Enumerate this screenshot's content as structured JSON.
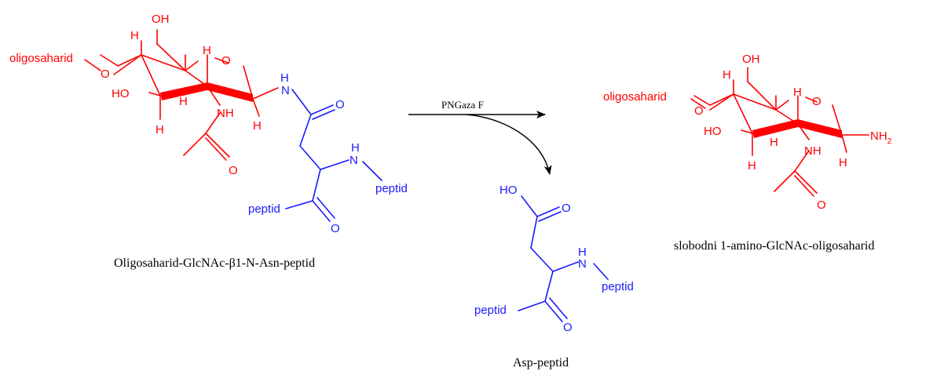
{
  "colors": {
    "sugar": "#ff0000",
    "peptide": "#1a1aff",
    "text": "#000000"
  },
  "reaction": {
    "enzyme": "PNGaza F"
  },
  "substrate": {
    "caption": "Oligosaharid-GlcNAc-β1-N-Asn-peptid",
    "oligo_label": "oligosaharid",
    "o": "O",
    "oh": "OH",
    "ho": "HO",
    "h": "H",
    "nh": "NH",
    "amide_n": "N",
    "amide_h": "H",
    "amide_o": "O",
    "side_n": "N",
    "side_h": "H",
    "peptide_right": "peptid",
    "peptide_left": "peptid",
    "carbonyl_o": "O",
    "acetyl_o": "O"
  },
  "product_asp": {
    "caption": "Asp-peptid",
    "ho": "HO",
    "o": "O",
    "n": "N",
    "h": "H",
    "peptide_right": "peptid",
    "peptide_left": "peptid",
    "carbonyl_o": "O"
  },
  "product_amine": {
    "caption": "slobodni 1-amino-GlcNAc-oligosaharid",
    "oligo_label": "oligosaharid",
    "o": "O",
    "oh": "OH",
    "ho": "HO",
    "h": "H",
    "nh": "NH",
    "nh2_n": "NH",
    "nh2_sub": "2",
    "acetyl_o": "O"
  }
}
